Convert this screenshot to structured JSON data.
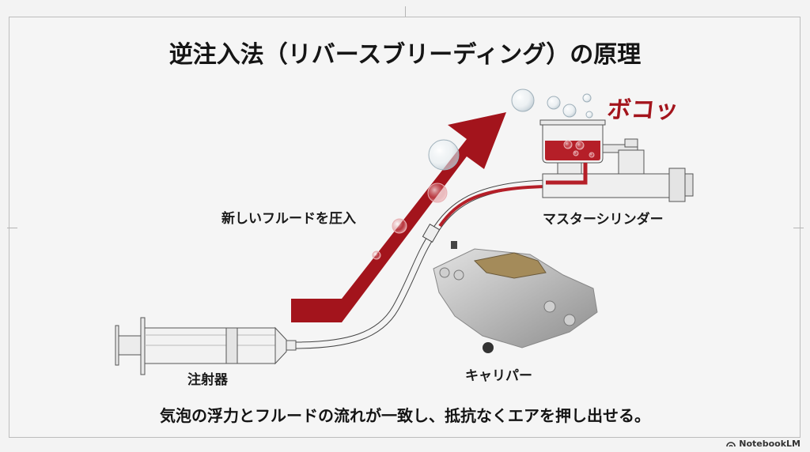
{
  "title": "逆注入法（リバースブリーディング）の原理",
  "labels": {
    "inject": "新しいフルードを圧入",
    "master_cylinder": "マスターシリンダー",
    "syringe": "注射器",
    "caliper": "キャリパー",
    "sound_effect": "ボコッ"
  },
  "caption": "気泡の浮力とフルードの流れが一致し、抵抗なくエアを押し出せる。",
  "brand": {
    "icon": "notebooklm-logo-icon",
    "label": "NotebookLM"
  },
  "colors": {
    "accent_red": "#a3141c",
    "fluid_red": "#b51f28",
    "background": "#f5f5f5",
    "frame_border": "#bdbdbd",
    "text": "#151515"
  }
}
